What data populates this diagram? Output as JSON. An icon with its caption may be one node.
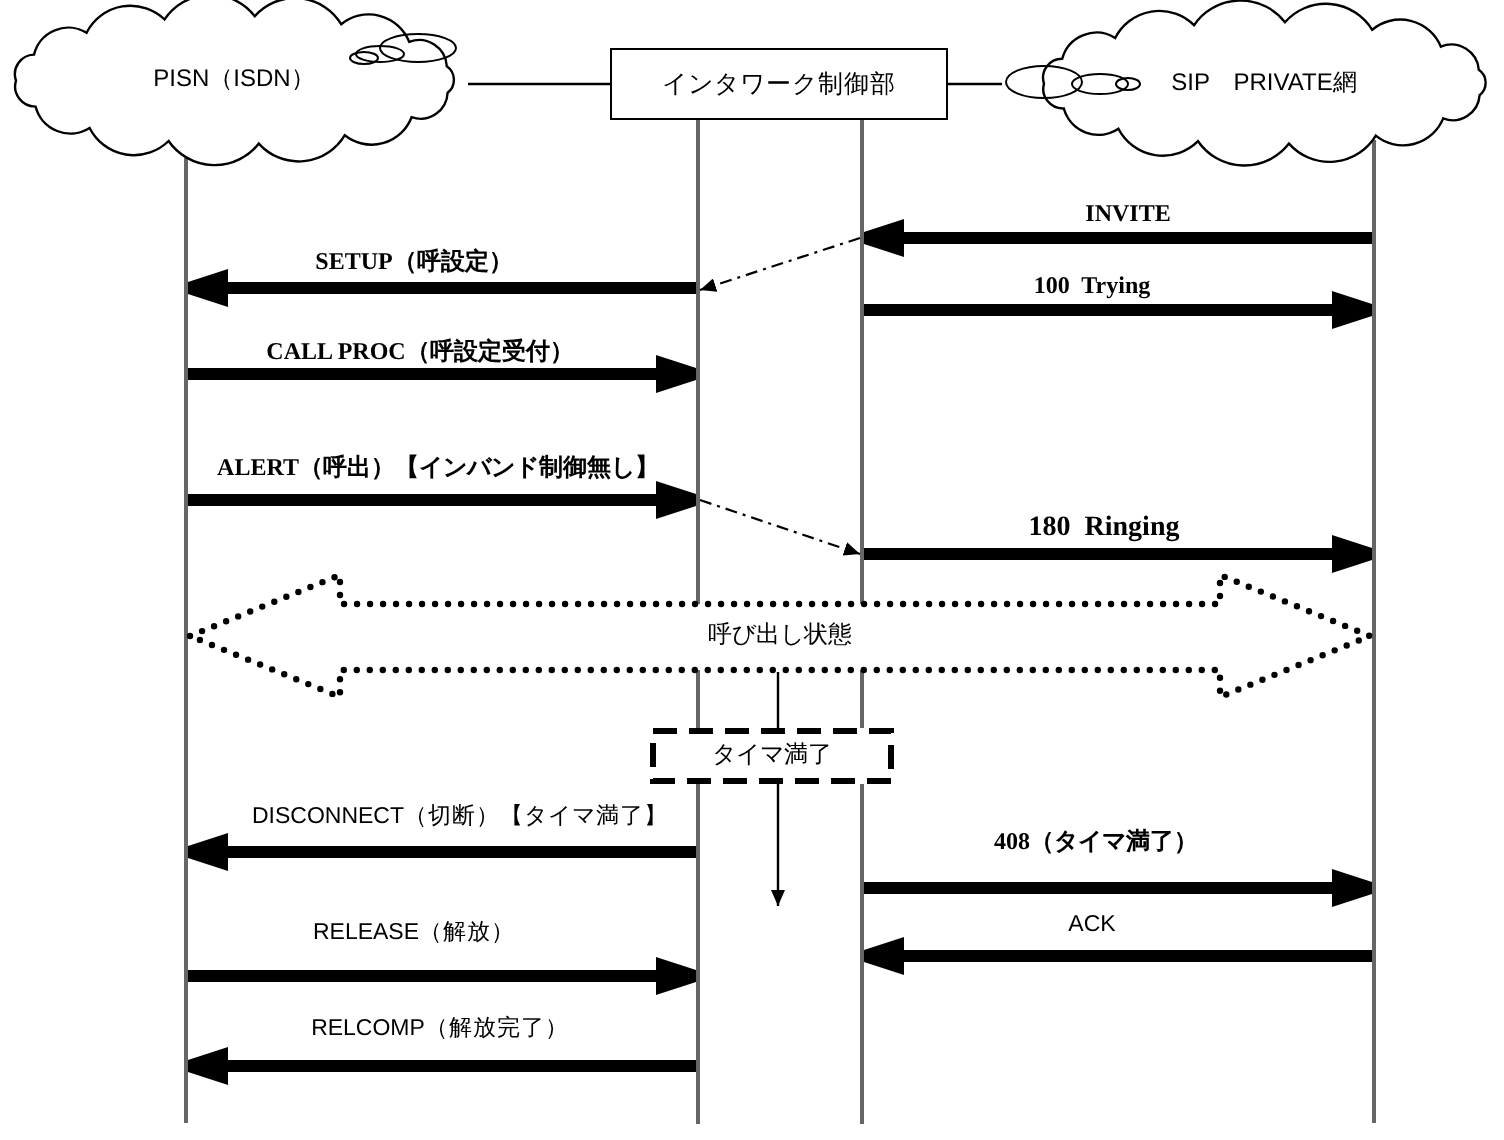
{
  "diagram": {
    "nodes": [
      {
        "text": [
          "PISN（ISDN）"
        ]
      },
      {
        "text": [
          "インタワーク制御部"
        ]
      },
      {
        "text": [
          "SIP　PRIVATE網"
        ]
      },
      {
        "text": [],
        "shape": "line"
      },
      {
        "text": [],
        "shape": "line"
      },
      {
        "text": [],
        "shape": "line"
      },
      {
        "text": [],
        "shape": "line"
      },
      {
        "text": [
          "呼び出し状態"
        ]
      },
      {
        "text": [
          "タイマ満了"
        ]
      }
    ],
    "edges": [
      {
        "from": 0,
        "to": 1,
        "arrow": "none"
      },
      {
        "from": 1,
        "to": 2,
        "arrow": "none"
      },
      {
        "from": 6,
        "to": 5,
        "arrow": "to",
        "label": "INVITE"
      },
      {
        "from": 5,
        "to": 4,
        "arrow": "to",
        "style": "dashed"
      },
      {
        "from": 4,
        "to": 3,
        "arrow": "to",
        "label": "SETUP（呼設定）"
      },
      {
        "from": 5,
        "to": 6,
        "arrow": "to",
        "label": "100  Trying"
      },
      {
        "from": 3,
        "to": 4,
        "arrow": "to",
        "label": "CALL PROC（呼設定受付）"
      },
      {
        "from": 3,
        "to": 4,
        "arrow": "to",
        "label": "ALERT（呼出）【インバンド制御無し】"
      },
      {
        "from": 4,
        "to": 5,
        "arrow": "to",
        "style": "dashed"
      },
      {
        "from": 5,
        "to": 6,
        "arrow": "to",
        "label": "180  Ringing"
      },
      {
        "from": 7,
        "to": 8,
        "arrow": "none"
      },
      {
        "from": 8,
        "to": null,
        "arrow": "to"
      },
      {
        "from": 4,
        "to": 3,
        "arrow": "to",
        "label": "DISCONNECT（切断）【タイマ満了】"
      },
      {
        "from": 5,
        "to": 6,
        "arrow": "to",
        "label": "408（タイマ満了）"
      },
      {
        "from": 6,
        "to": 5,
        "arrow": "to",
        "label": "ACK"
      },
      {
        "from": 3,
        "to": 4,
        "arrow": "to",
        "label": "RELEASE（解放）"
      },
      {
        "from": 4,
        "to": 3,
        "arrow": "to",
        "label": "RELCOMP（解放完了）"
      }
    ]
  }
}
